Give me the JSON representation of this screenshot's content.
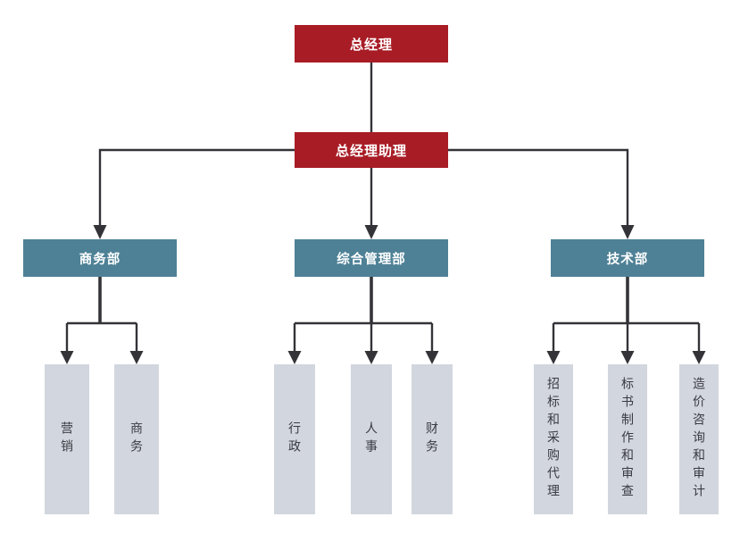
{
  "org": {
    "root": {
      "label": "总经理"
    },
    "assistant": {
      "label": "总经理助理"
    },
    "departments": [
      {
        "label": "商务部",
        "children": [
          {
            "label": "营销"
          },
          {
            "label": "商务"
          }
        ]
      },
      {
        "label": "综合管理部",
        "children": [
          {
            "label": "行政"
          },
          {
            "label": "人事"
          },
          {
            "label": "财务"
          }
        ]
      },
      {
        "label": "技术部",
        "children": [
          {
            "label": "招标和采购代理"
          },
          {
            "label": "标书制作和审查"
          },
          {
            "label": "造价咨询和审计"
          }
        ]
      }
    ]
  },
  "colors": {
    "executive": "#A81C26",
    "department": "#4E8196",
    "team": "#D2D6DE",
    "connector": "#333338",
    "text_light": "#FFFFFF",
    "text_dark": "#3B3B44",
    "background": "#FFFFFF"
  }
}
